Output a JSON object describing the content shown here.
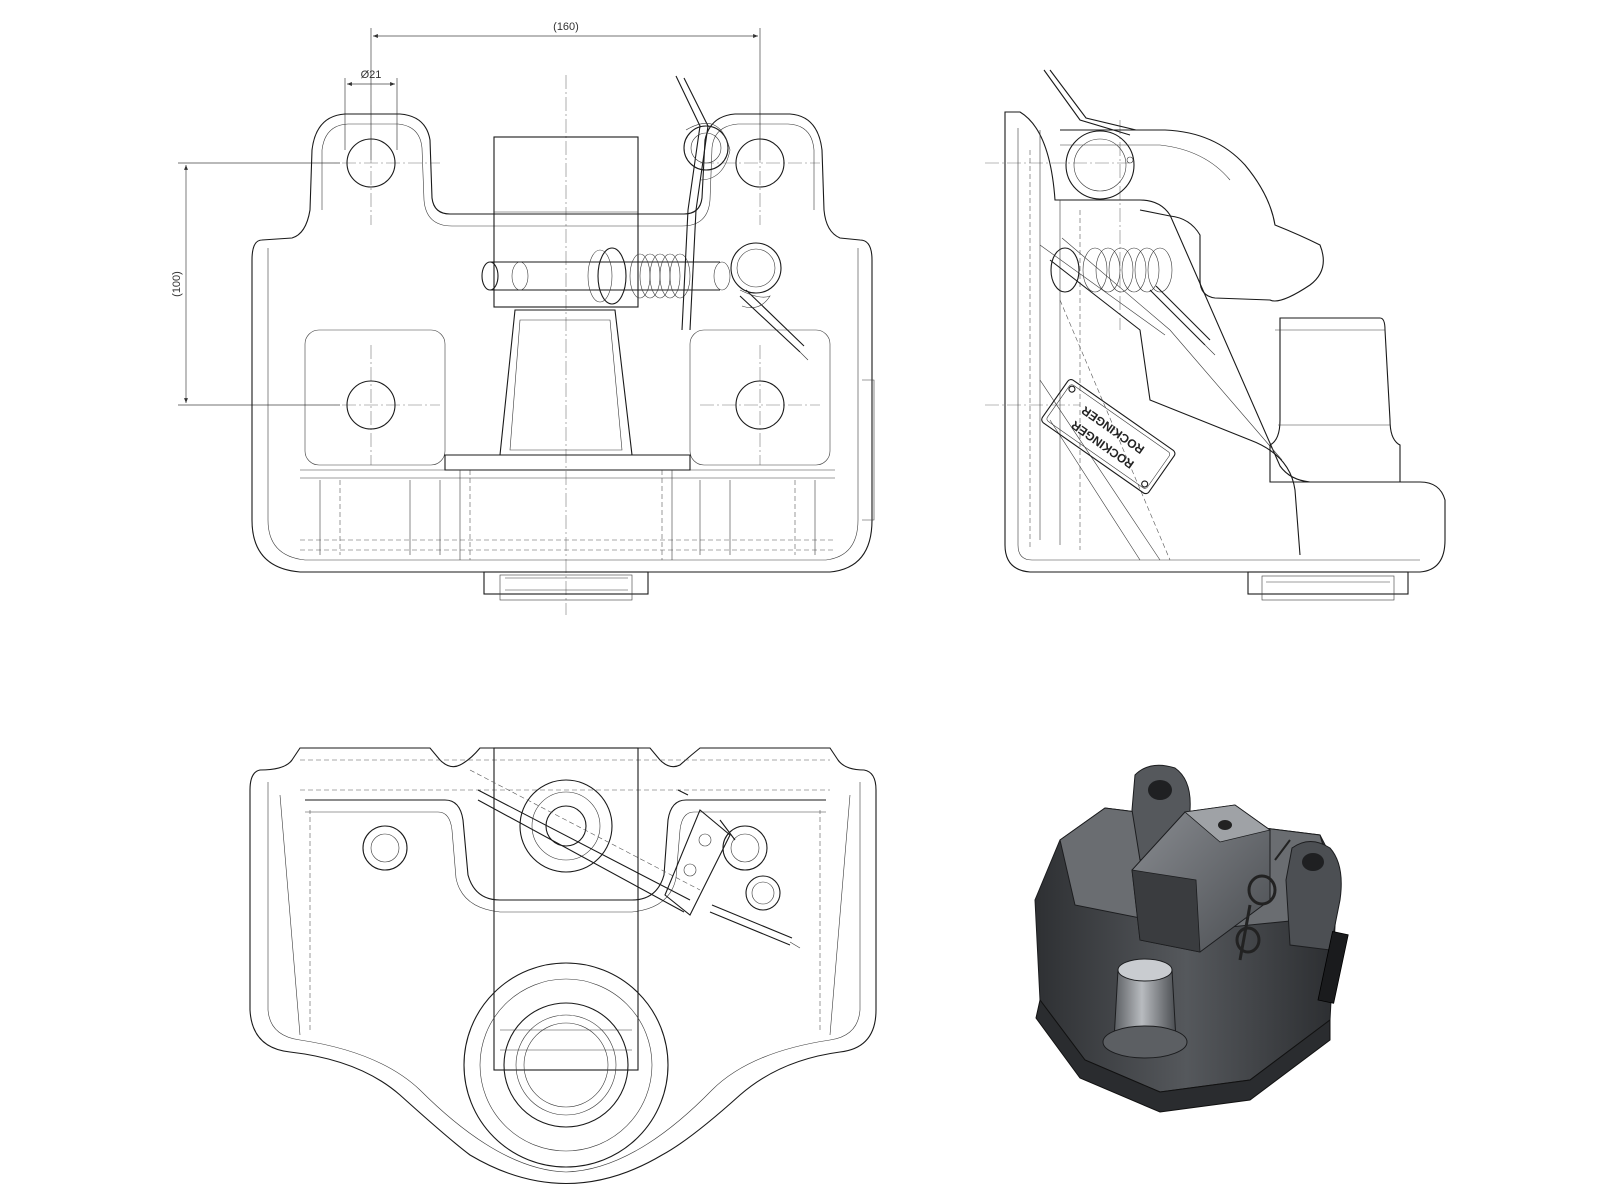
{
  "dimensions": {
    "width_pitch": "(160)",
    "hole_diameter": "Ø21",
    "height_pitch": "(100)"
  },
  "side_view": {
    "plate_text_line1": "ROCKINGER",
    "plate_text_line2": "ROCKINGER"
  },
  "colors": {
    "line": "#1a1a1a",
    "render_dark": "#3b3d40",
    "render_mid": "#6e7176",
    "render_light": "#a9acb0"
  }
}
